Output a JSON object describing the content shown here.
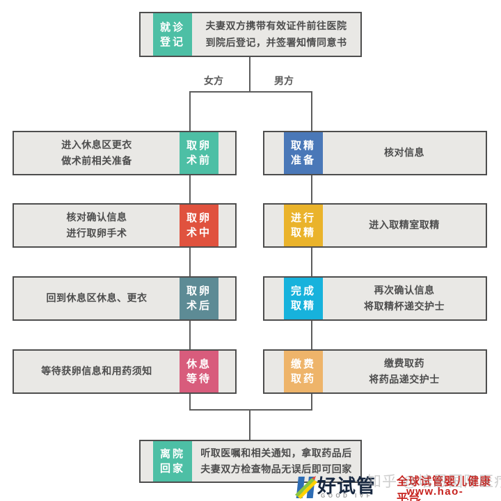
{
  "flow": {
    "start": {
      "label": "就诊\n登记",
      "desc": "夫妻双方携带有效证件前往医院\n到院后登记，并签署知情同意书",
      "color": "#4dbfa5"
    },
    "branch": {
      "left_label": "女方",
      "right_label": "男方"
    },
    "female": [
      {
        "label": "取卵\n术前",
        "desc": "进入休息区更衣\n做术前相关准备",
        "color": "#4dbfa5"
      },
      {
        "label": "取卵\n术中",
        "desc": "核对确认信息\n进行取卵手术",
        "color": "#e0523e"
      },
      {
        "label": "取卵\n术后",
        "desc": "回到休息区休息、更衣",
        "color": "#5d8b95"
      },
      {
        "label": "休息\n等待",
        "desc": "等待获卵信息和用药须知",
        "color": "#d85c7c"
      }
    ],
    "male": [
      {
        "label": "取精\n准备",
        "desc": "核对信息",
        "color": "#4a78b8"
      },
      {
        "label": "进行\n取精",
        "desc": "进入取精室取精",
        "color": "#eab32b"
      },
      {
        "label": "完成\n取精",
        "desc": "再次确认信息\n将取精杯递交护士",
        "color": "#17b2dc"
      },
      {
        "label": "缴费\n取药",
        "desc": "缴费取药\n将药品递交护士",
        "color": "#eeb46a"
      }
    ],
    "end": {
      "label": "离院\n回家",
      "desc": "听取医嘱和相关通知，拿取药品后\n夫妻双方检查物品无误后即可回家",
      "color": "#4dbfa5"
    }
  },
  "footer": {
    "brand_name": "好试管",
    "brand_sub": "GOOD IVF",
    "tagline": "全球试管婴儿健康平台",
    "url": "www.hao-ivf.com",
    "watermark": "知乎 @培恩国际医疗"
  },
  "colors": {
    "box_bg": "#e9e8e5",
    "box_border": "#4d4d4d",
    "connector": "#5c5c5c",
    "brand_red": "#c6221e",
    "brand_blue": "#2e6db4",
    "brand_navy": "#17273f"
  }
}
